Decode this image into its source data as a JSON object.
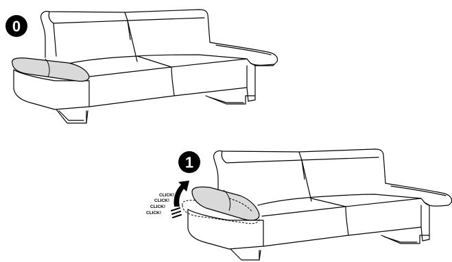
{
  "steps": [
    {
      "number": "0",
      "description": ""
    },
    {
      "number": "1",
      "description": ""
    }
  ],
  "click_labels": [
    "CLICK!",
    "CLICK!",
    "CLICK!",
    "CLICK!"
  ],
  "colors": {
    "line": "#000000",
    "highlight": "#d9d9d9",
    "badge": "#000000",
    "badge_text": "#ffffff",
    "background": "#ffffff"
  },
  "icons": {
    "lift-arrow": "curved-up-arrow-icon",
    "motion-lines": "motion-lines-icon"
  }
}
